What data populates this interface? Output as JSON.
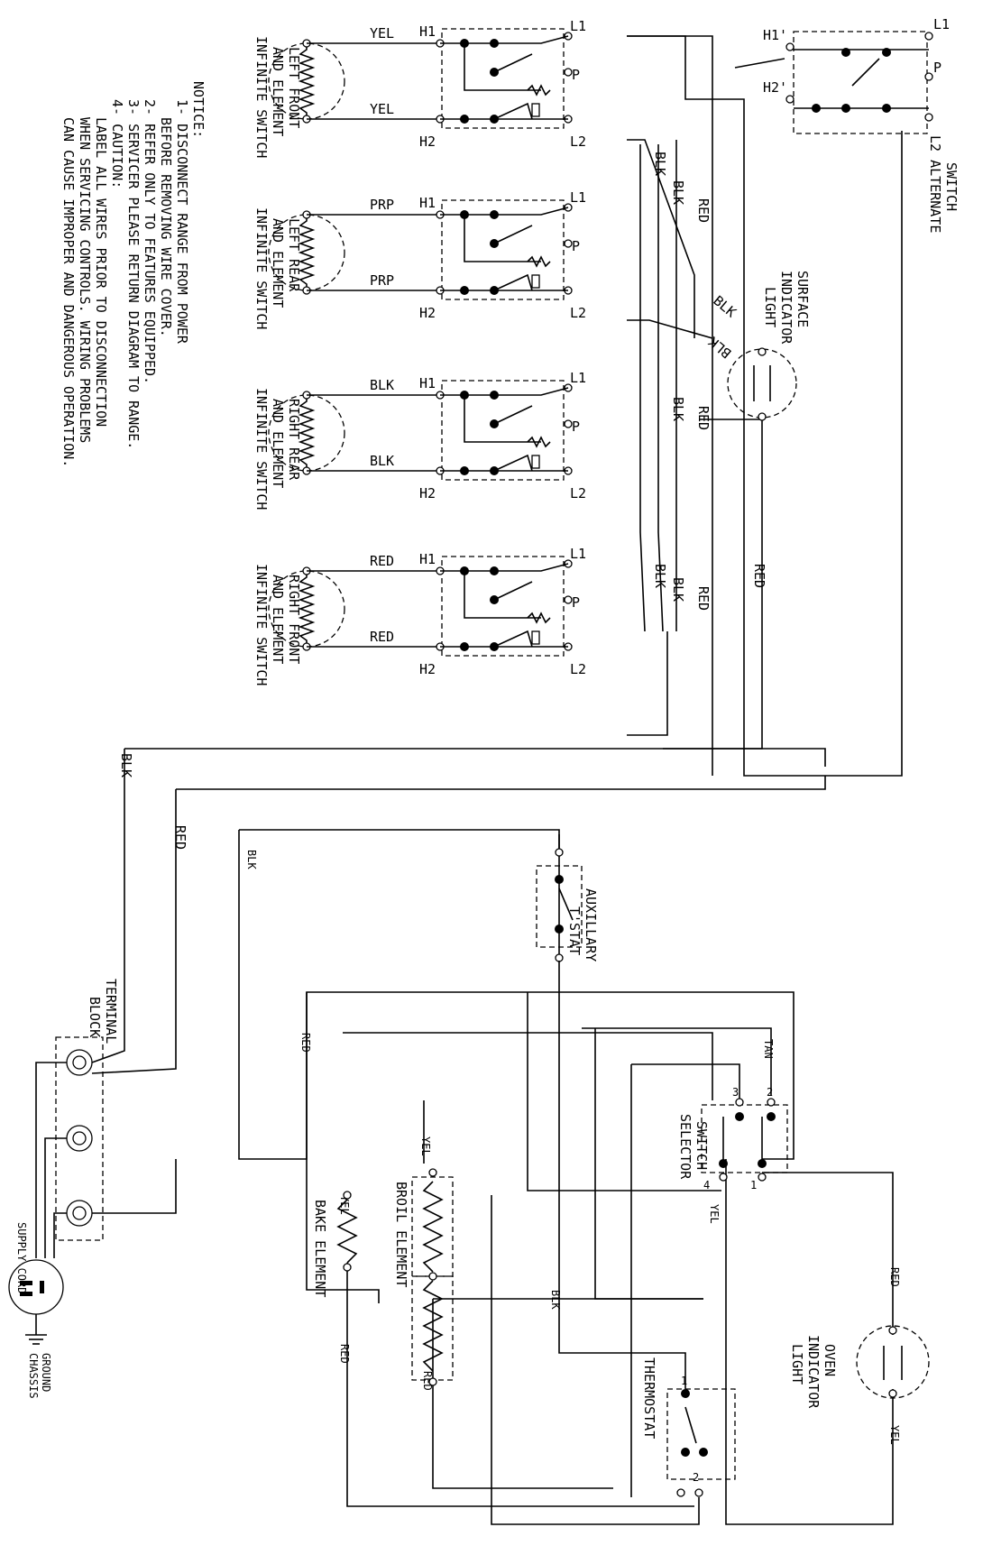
{
  "notice": {
    "heading": "NOTICE:",
    "lines": [
      "1- DISCONNECT RANGE FROM POWER",
      "BEFORE REMOVING WIRE COVER.",
      "2- REFER ONLY TO FEATURES EQUIPPED.",
      "3- SERVICER PLEASE RETURN DIAGRAM TO RANGE.",
      "4- CAUTION:",
      "LABEL ALL WIRES PRIOR TO DISCONNECTION",
      "WHEN SERVICING CONTROLS. WIRING PROBLEMS",
      "CAN CAUSE IMPROPER AND DANGEROUS OPERATION."
    ]
  },
  "switches": [
    {
      "label": [
        "INFINITE SWITCH",
        "AND ELEMENT",
        "LEFT FRONT"
      ],
      "wire": "YEL"
    },
    {
      "label": [
        "INFINITE SWITCH",
        "AND ELEMENT",
        "LEFT REAR"
      ],
      "wire": "PRP"
    },
    {
      "label": [
        "INFINITE SWITCH",
        "AND ELEMENT",
        "RIGHT REAR"
      ],
      "wire": "BLK"
    },
    {
      "label": [
        "INFINITE SWITCH",
        "AND ELEMENT",
        "RIGHT FRONT"
      ],
      "wire": "RED"
    }
  ],
  "terminals": {
    "h1": "H1",
    "h2": "H2",
    "l1": "L1",
    "l2": "L2",
    "p": "P",
    "h1p": "H1'",
    "h2p": "H2'"
  },
  "alternate_switch": [
    "L2 ALTERNATE",
    "SWITCH"
  ],
  "surface_light": [
    "SURFACE",
    "INDICATOR",
    "LIGHT"
  ],
  "oven_light": [
    "OVEN",
    "INDICATOR",
    "LIGHT"
  ],
  "aux_tstat": [
    "AUXILLARY",
    "T'STAT"
  ],
  "selector": [
    "SELECTOR",
    "SWITCH"
  ],
  "thermostat": "THERMOSTAT",
  "broil": "BROIL ELEMENT",
  "bake": "BAKE ELEMENT",
  "terminal_block": [
    "TERMINAL",
    "BLOCK"
  ],
  "supply_cord": "SUPPLY CORD",
  "chassis_ground": [
    "CHASSIS",
    "GROUND"
  ],
  "wires": {
    "blk": "BLK",
    "red": "RED",
    "yel": "YEL",
    "tan": "TAN",
    "prp": "PRP"
  },
  "pins": {
    "n1": "1",
    "n2": "2",
    "n3": "3",
    "n4": "4",
    "n2b": "2",
    "n1b": "1"
  }
}
